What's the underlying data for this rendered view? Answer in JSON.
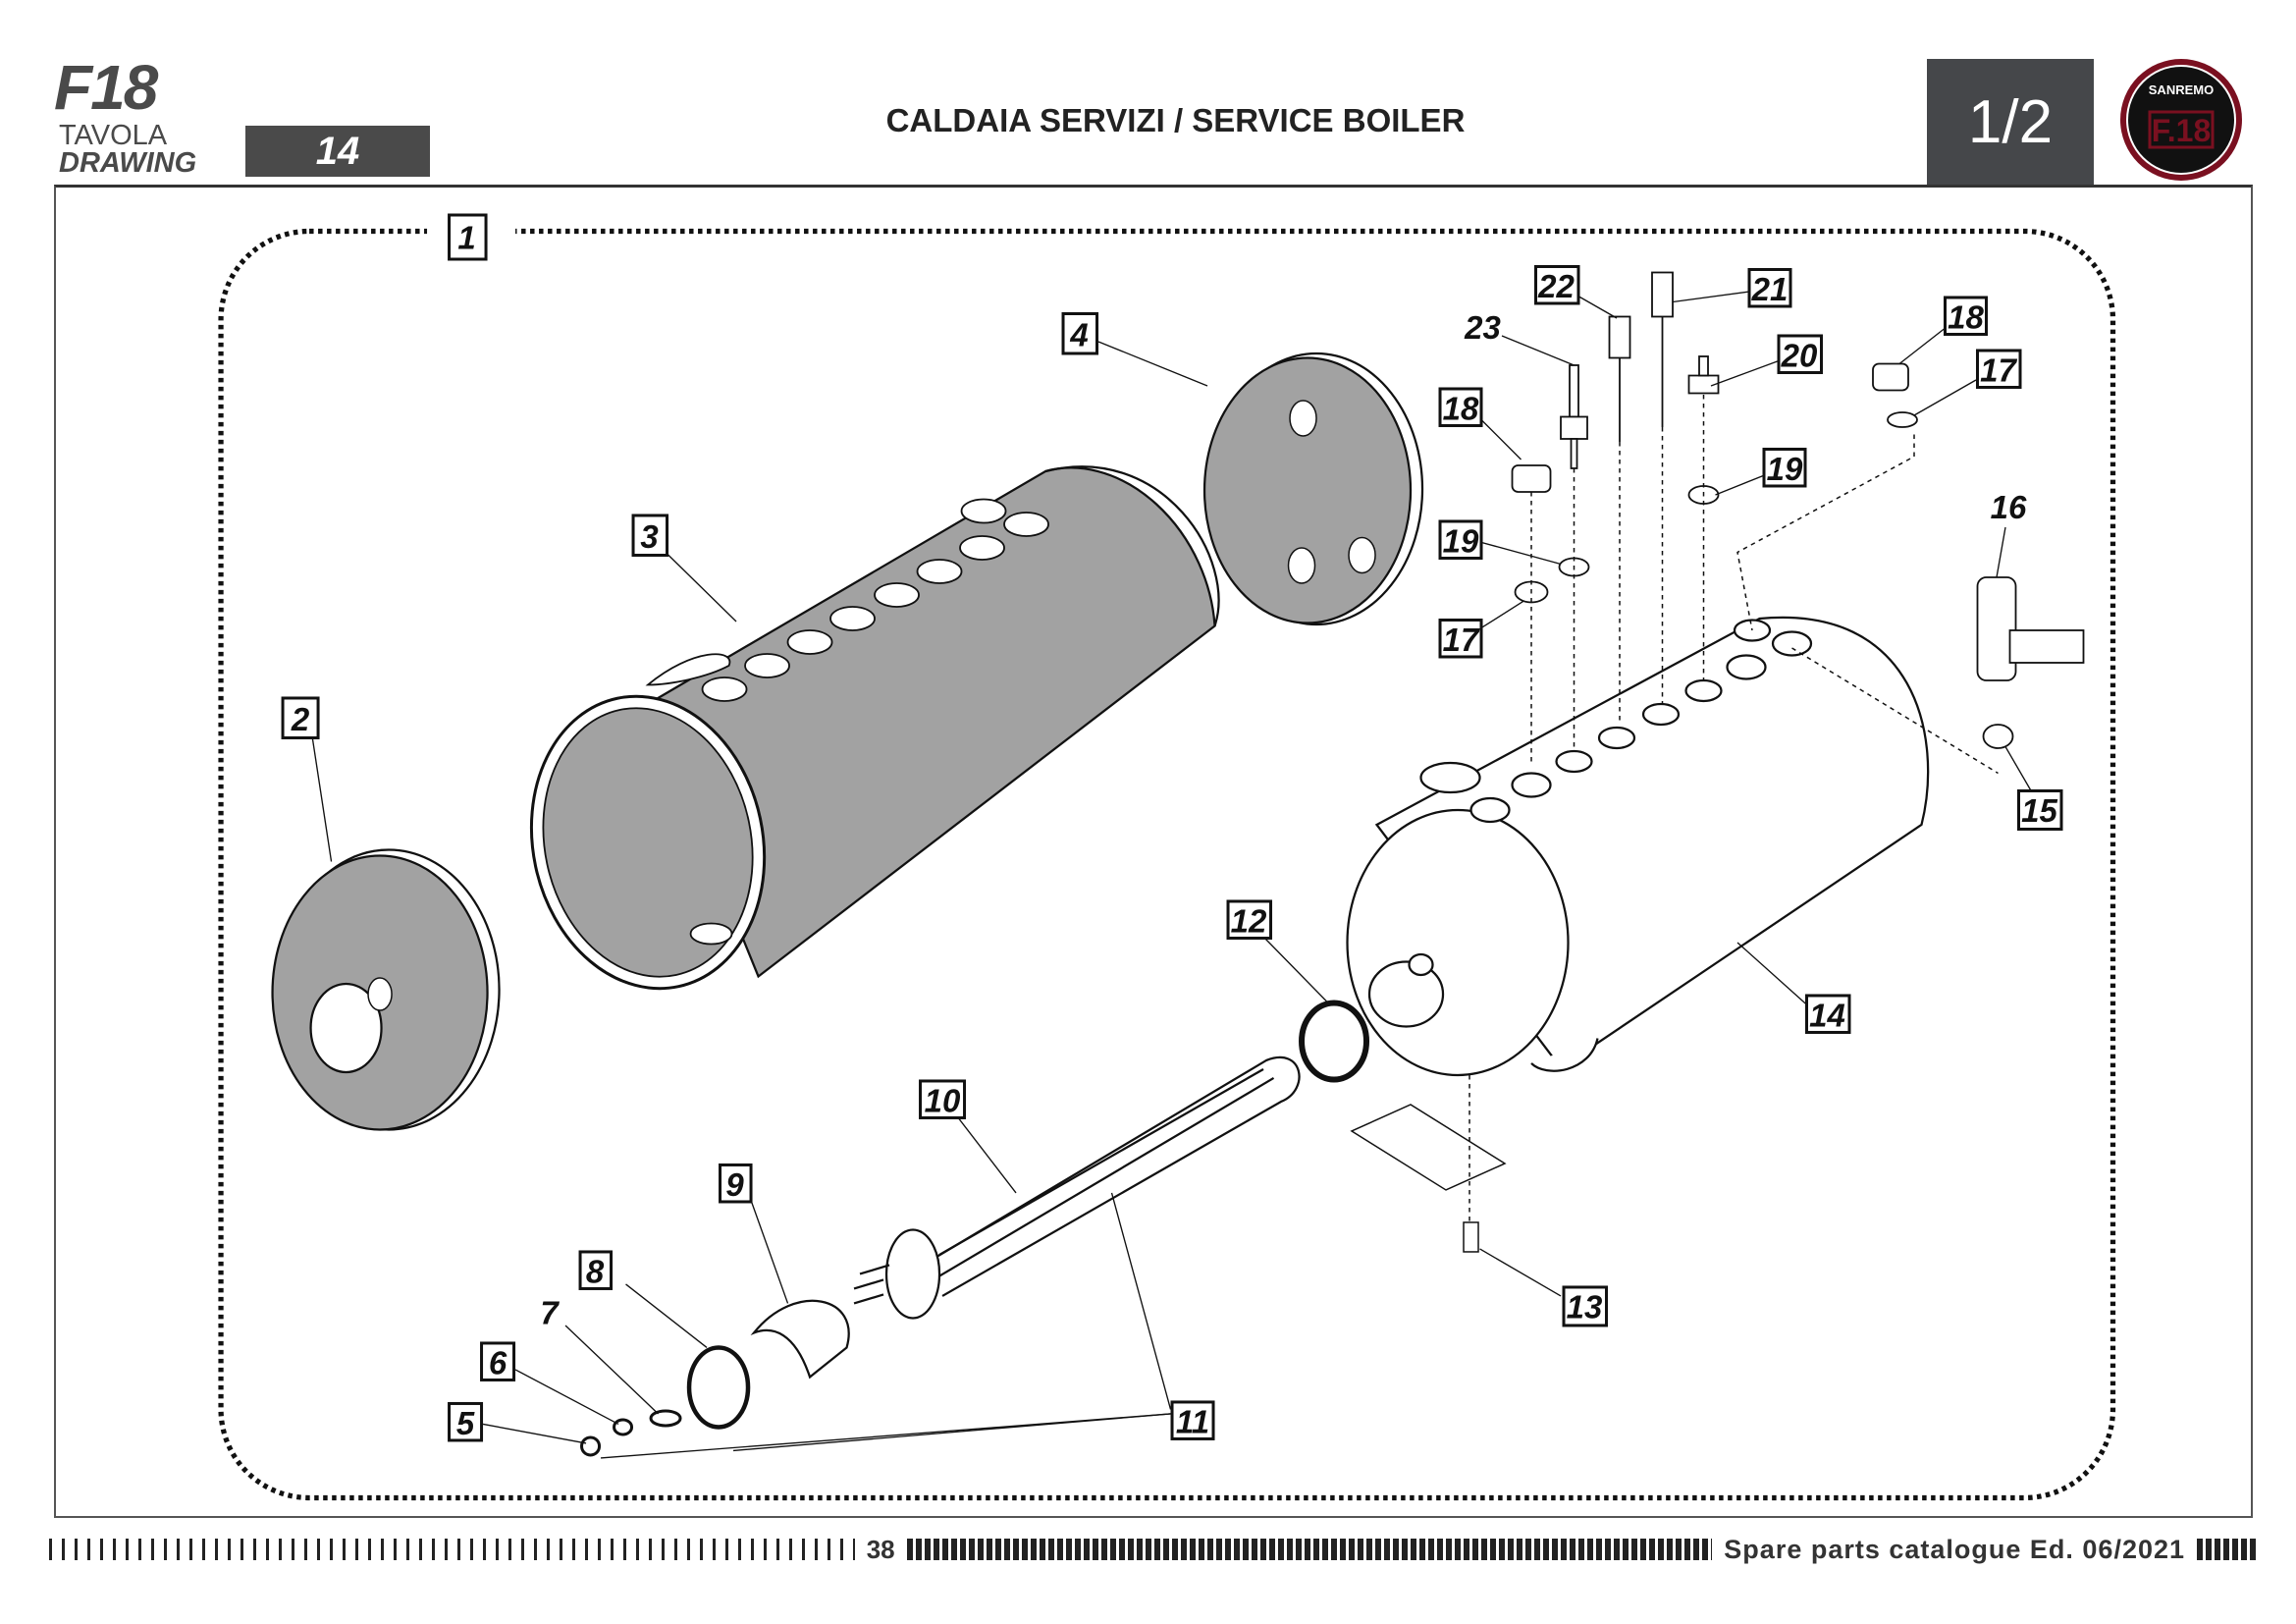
{
  "header": {
    "model": "F18",
    "tavola_label": "TAVOLA",
    "drawing_label": "DRAWING",
    "drawing_number": "14",
    "title": "CALDAIA SERVIZI / SERVICE BOILER",
    "sheet": "1/2",
    "logo": {
      "brand": "SANREMO",
      "model": "F18",
      "color": "#7a1020"
    }
  },
  "callouts": [
    "1",
    "2",
    "3",
    "4",
    "5",
    "6",
    "7",
    "8",
    "9",
    "10",
    "11",
    "12",
    "13",
    "14",
    "15",
    "16",
    "17",
    "18",
    "19",
    "20",
    "21",
    "22",
    "23",
    "18",
    "19",
    "17"
  ],
  "footer": {
    "page": "38",
    "catalogue": "Spare parts catalogue Ed. 06/2021"
  }
}
